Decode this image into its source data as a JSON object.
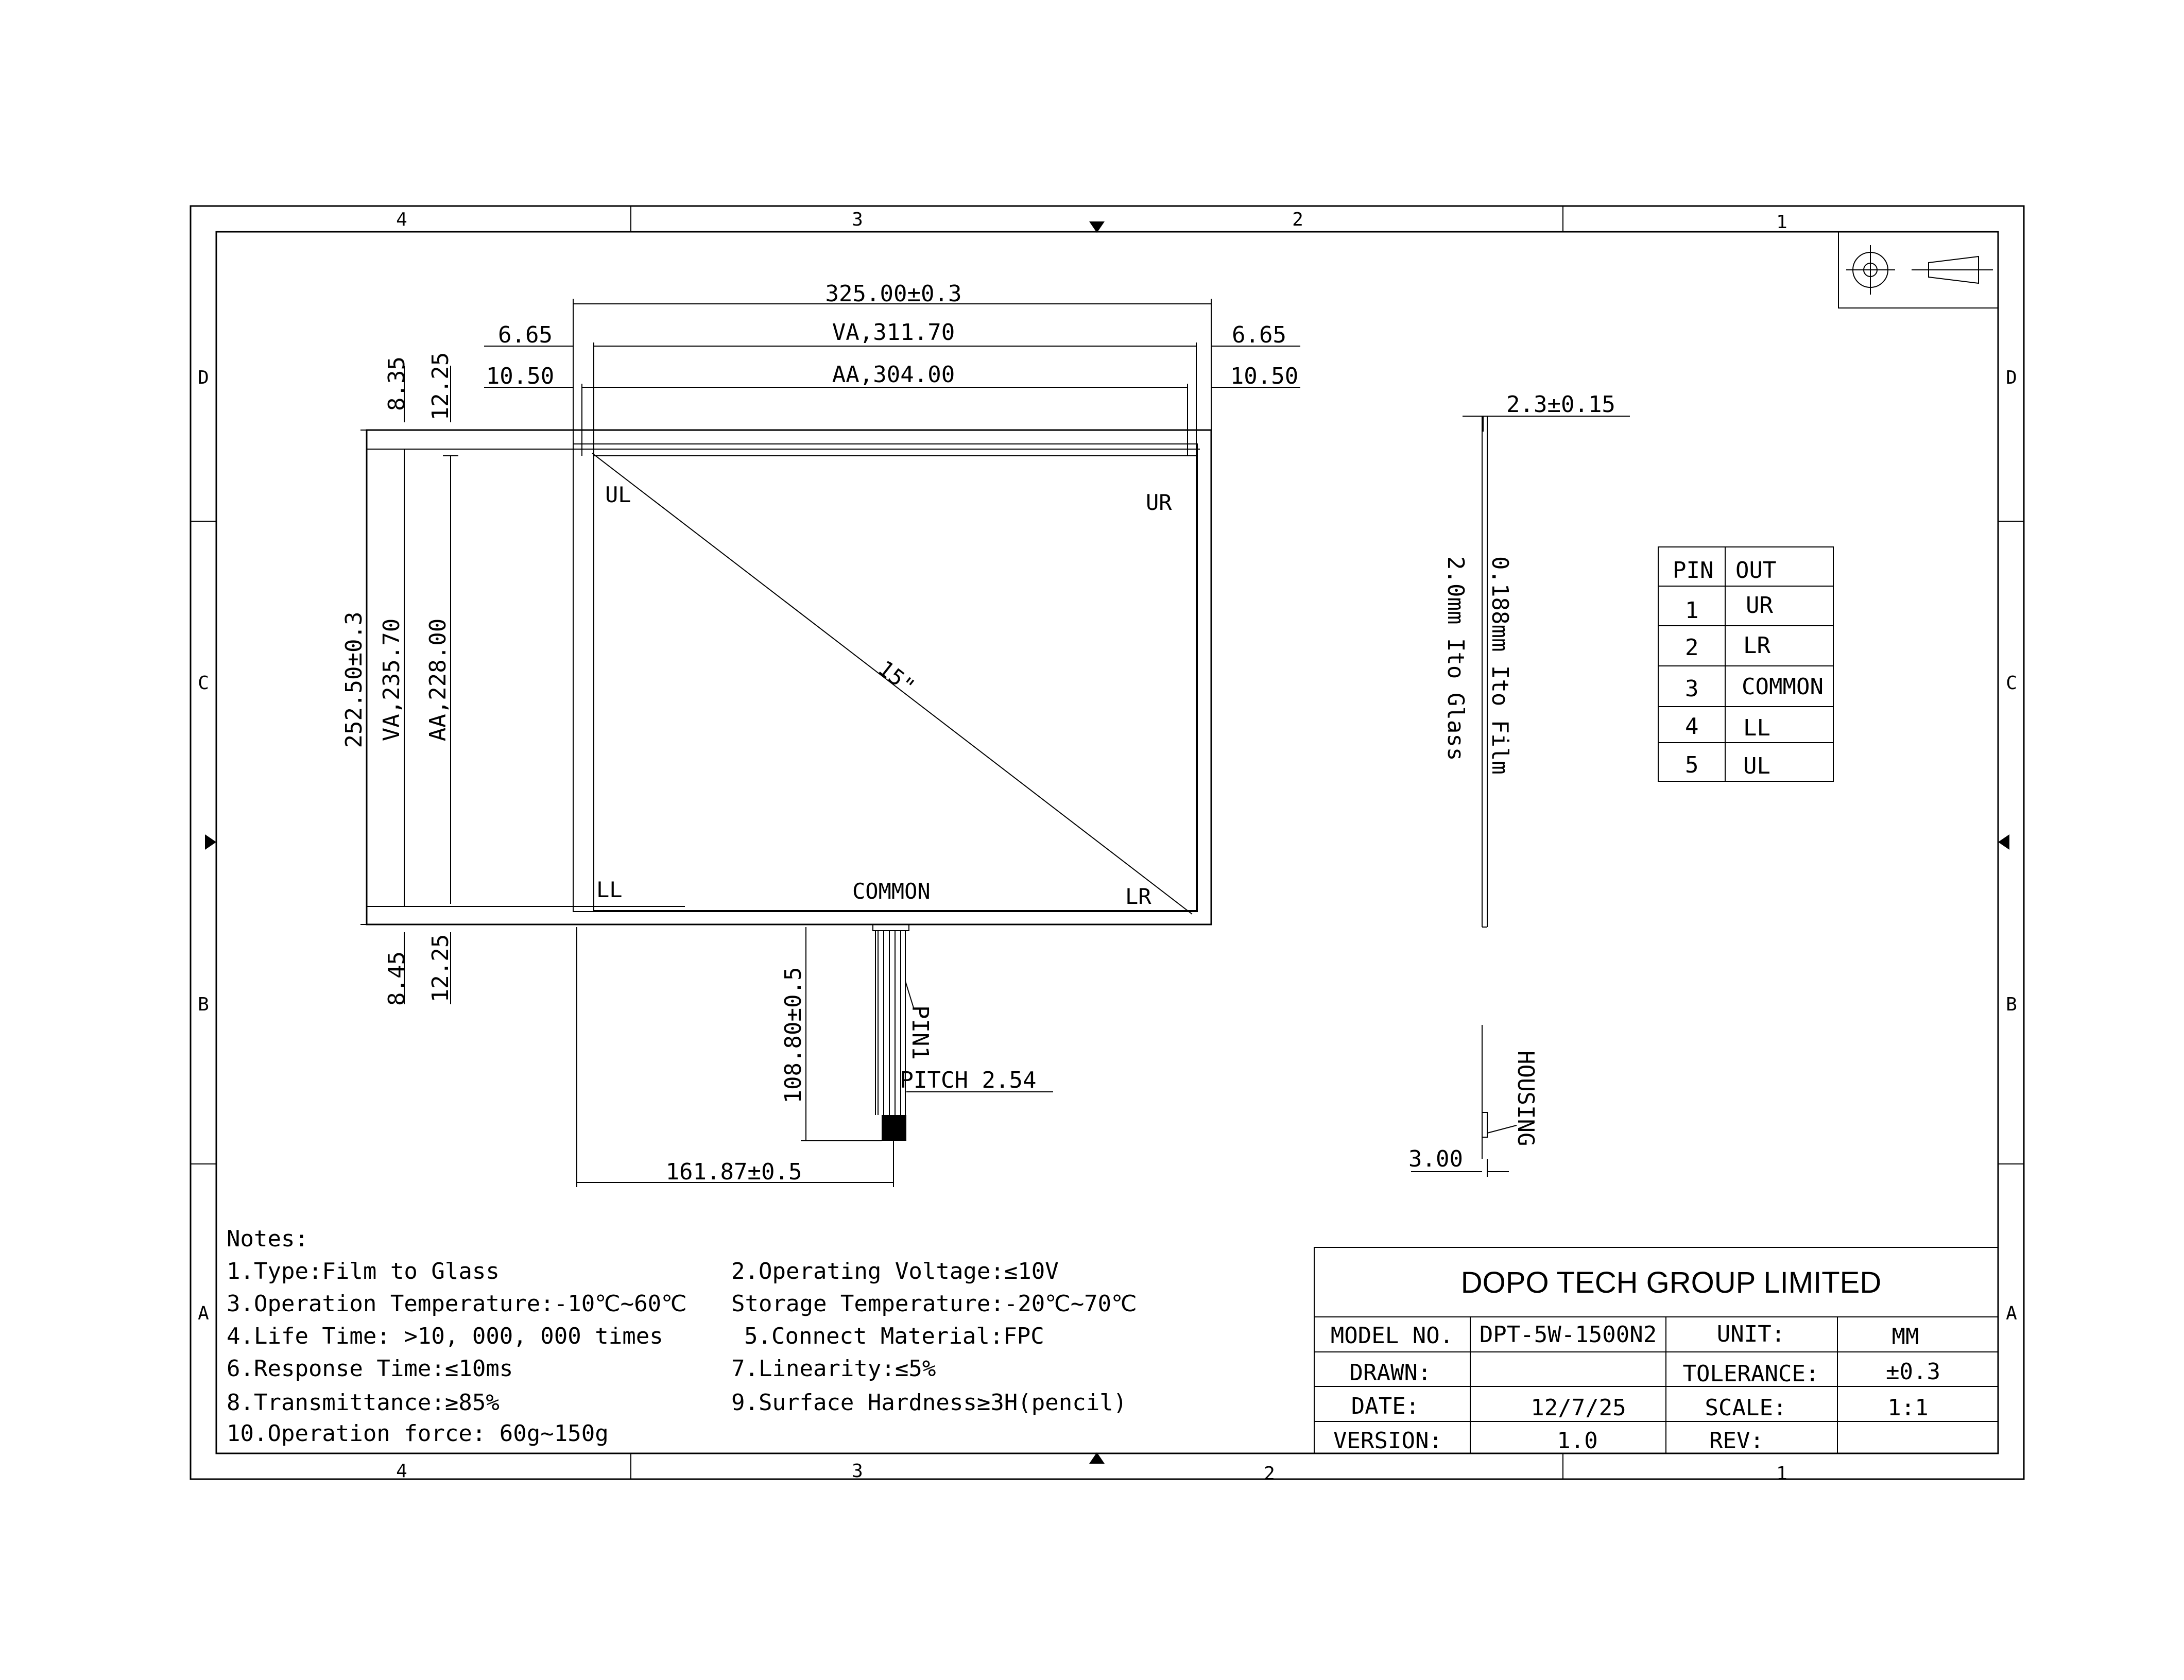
{
  "border": {
    "zones_top": [
      "4",
      "3",
      "2",
      "1"
    ],
    "zones_side": [
      "D",
      "C",
      "B",
      "A"
    ]
  },
  "dims": {
    "overall_width": "325.00±0.3",
    "va_width": "VA,311.70",
    "aa_width": "AA,304.00",
    "left_va_margin": "6.65",
    "right_va_margin": "6.65",
    "left_aa_margin": "10.50",
    "right_aa_margin": "10.50",
    "top_va_margin": "8.35",
    "top_aa_margin": "12.25",
    "bottom_va_margin": "8.45",
    "bottom_aa_margin": "12.25",
    "overall_height": "252.50±0.3",
    "va_height": "VA,235.70",
    "aa_height": "AA,228.00",
    "tail_length": "108.80±0.5",
    "tail_offset": "161.87±0.5",
    "pitch": "PITCH 2.54",
    "pin1": "PIN1",
    "thickness": "2.3±0.15",
    "film": "0.188mm Ito Film",
    "glass": "2.0mm Ito Glass",
    "housing": "HOUSING",
    "housing_dim": "3.00"
  },
  "corners": {
    "ul": "UL",
    "ur": "UR",
    "ll": "LL",
    "lr": "LR",
    "common": "COMMON",
    "diagonal": "15\""
  },
  "pin_table": {
    "headers": [
      "PIN",
      "OUT"
    ],
    "rows": [
      [
        "1",
        "UR"
      ],
      [
        "2",
        "LR"
      ],
      [
        "3",
        "COMMON"
      ],
      [
        "4",
        "LL"
      ],
      [
        "5",
        "UL"
      ]
    ]
  },
  "notes": {
    "title": "Notes:",
    "left": [
      "1.Type:Film to Glass",
      "3.Operation Temperature:-10℃~60℃",
      "4.Life Time: >10, 000, 000 times",
      "6.Response Time:≤10ms",
      "8.Transmittance:≥85%",
      "10.Operation force: 60g~150g"
    ],
    "right": [
      "2.Operating Voltage:≤10V",
      "Storage Temperature:-20℃~70℃",
      "5.Connect Material:FPC",
      "7.Linearity:≤5%",
      "9.Surface Hardness≥3H(pencil)"
    ]
  },
  "title_block": {
    "company": "DOPO TECH GROUP LIMITED",
    "model_label": "MODEL NO.",
    "model_value": "DPT-5W-1500N2",
    "unit_label": "UNIT:",
    "unit_value": "MM",
    "drawn_label": "DRAWN:",
    "drawn_value": "",
    "tolerance_label": "TOLERANCE:",
    "tolerance_value": "±0.3",
    "date_label": "DATE:",
    "date_value": "12/7/25",
    "scale_label": "SCALE:",
    "scale_value": "1:1",
    "version_label": "VERSION:",
    "version_value": "1.0",
    "rev_label": "REV:",
    "rev_value": ""
  }
}
